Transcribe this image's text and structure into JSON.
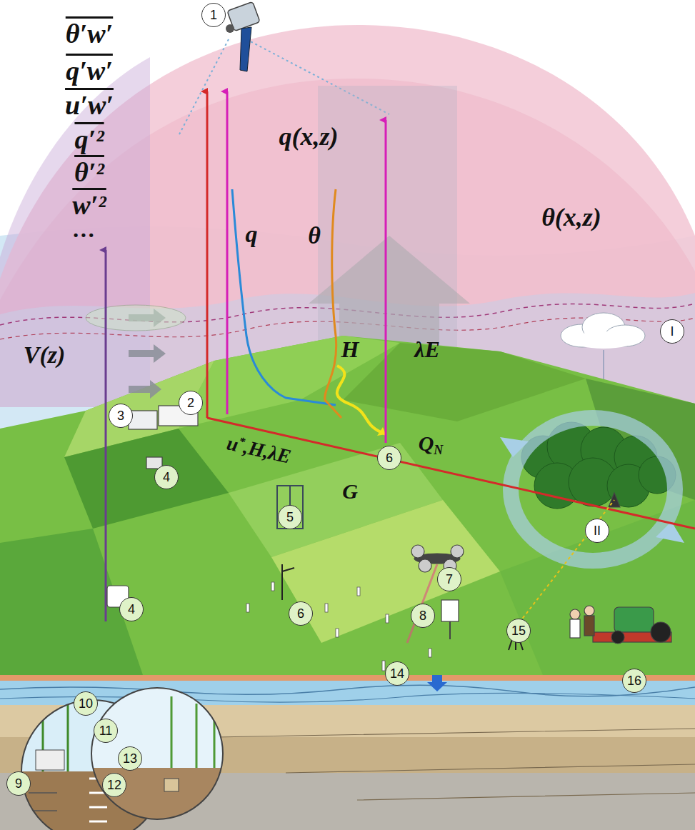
{
  "diagram": {
    "nodes": [
      {
        "text": [
          "1"
        ]
      },
      {
        "text": [
          "I"
        ]
      },
      {
        "text": [
          "2"
        ]
      },
      {
        "text": [
          "3"
        ]
      },
      {
        "text": [
          "6"
        ]
      },
      {
        "text": [
          "4"
        ]
      },
      {
        "text": [
          "II"
        ]
      },
      {
        "text": [
          "5"
        ]
      },
      {
        "text": [
          "7"
        ]
      },
      {
        "text": [
          "4"
        ]
      },
      {
        "text": [
          "6"
        ]
      },
      {
        "text": [
          "8"
        ]
      },
      {
        "text": [
          "15"
        ]
      },
      {
        "text": [
          "14"
        ]
      },
      {
        "text": [
          "16"
        ]
      },
      {
        "text": [
          "10"
        ]
      },
      {
        "text": [
          "11"
        ]
      },
      {
        "text": [
          "9"
        ]
      },
      {
        "text": [
          "12"
        ]
      },
      {
        "text": [
          "13"
        ]
      }
    ],
    "labels": [
      "θ′w′",
      "q′w′",
      "u′w′",
      "q′²",
      "θ′²",
      "w′²",
      "…",
      "V(z)",
      "q(x,z)",
      "q",
      "θ",
      "θ(x,z)",
      "H",
      "λE",
      "u*,H,λE",
      "QN",
      "G"
    ]
  }
}
